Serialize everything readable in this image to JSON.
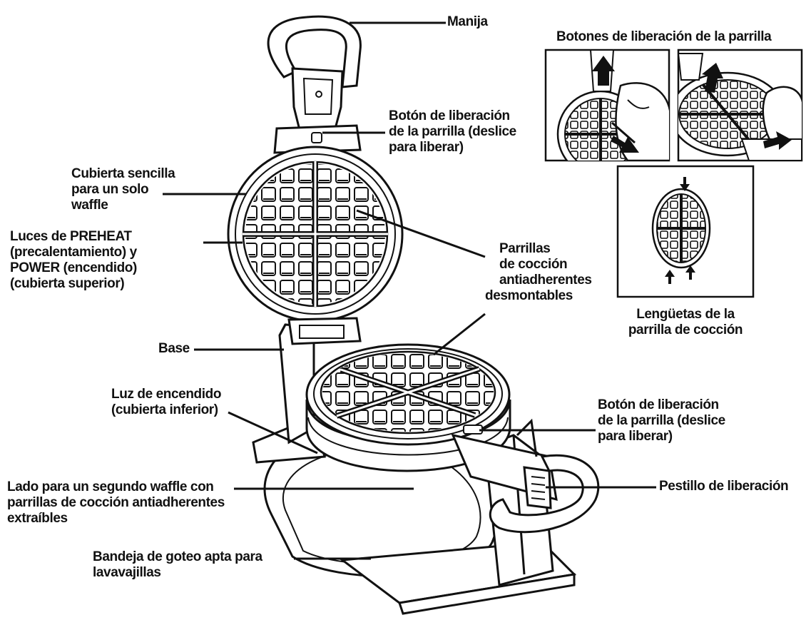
{
  "colors": {
    "ink": "#111111",
    "paper": "#ffffff",
    "shade": "#d4d4d4"
  },
  "labels": {
    "manija": "Manija",
    "boton_top": [
      "Botón de liberación",
      "de la parrilla (deslice",
      "para liberar)"
    ],
    "cubierta_sencilla": [
      "Cubierta sencilla",
      "para un solo",
      "waffle"
    ],
    "luces": [
      "Luces de PREHEAT",
      "(precalentamiento) y",
      "POWER (encendido)",
      "(cubierta superior)"
    ],
    "parrillas": [
      "Parrillas",
      "de cocción",
      "antiadherentes",
      "desmontables"
    ],
    "base": "Base",
    "luz_encendido": [
      "Luz de encendido",
      "(cubierta inferior)"
    ],
    "boton_bottom": [
      "Botón de liberación",
      "de la parrilla (deslice",
      "para liberar)"
    ],
    "lado": [
      "Lado para un segundo waffle con",
      "parrillas de cocción antiadherentes",
      "extraíbles"
    ],
    "pestillo": "Pestillo de liberación",
    "bandeja": [
      "Bandeja de goteo apta para",
      "lavavajillas"
    ]
  },
  "insets": {
    "botones_title": "Botones de liberación de la parrilla",
    "lenguetas_caption": [
      "Lengüetas de la",
      "parrilla de cocción"
    ]
  }
}
